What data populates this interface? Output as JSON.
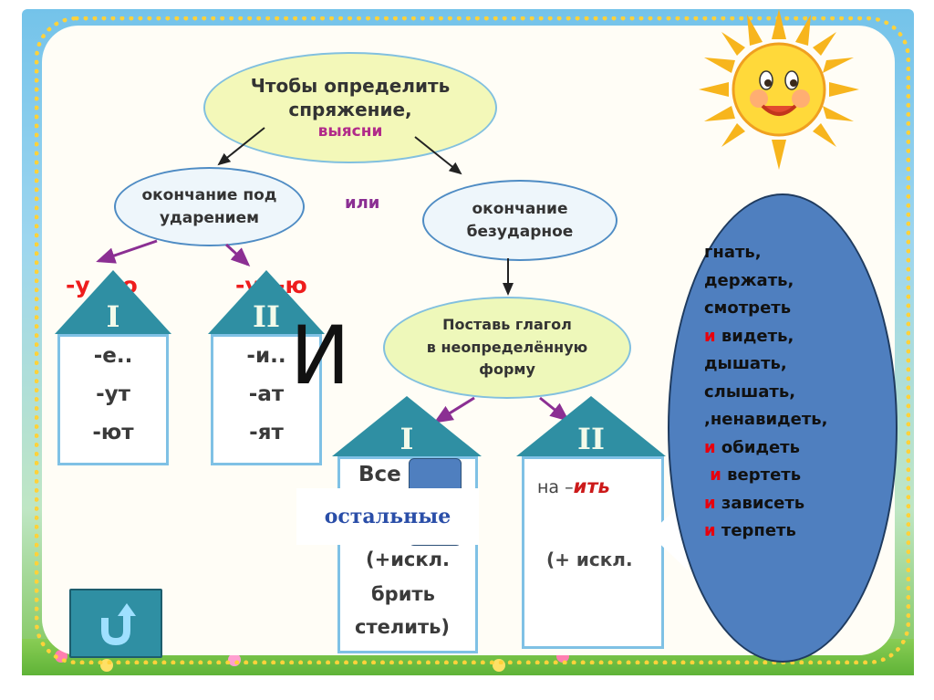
{
  "main_oval": {
    "line1": "Чтобы определить",
    "line2": "спряжение,",
    "line3": "выясни"
  },
  "left_oval": {
    "line1": "окончание под",
    "line2": "ударением"
  },
  "right_oval": {
    "line1": "окончание",
    "line2": "безударное"
  },
  "or_text": "или",
  "stressed_endings": {
    "left": "-у  -ю",
    "right": "-у  -ю"
  },
  "big_letter": "И",
  "house_1": {
    "roman": "I",
    "endings": [
      "-е..",
      "-ут",
      "-ют"
    ]
  },
  "house_2": {
    "roman": "II",
    "endings": [
      "-и..",
      "-ат",
      "-ят"
    ]
  },
  "infinitive_oval": {
    "line1": "Поставь глагол",
    "line2": "в неопределённую",
    "line3": "форму"
  },
  "house_3": {
    "roman": "I",
    "line1": "Все",
    "line2": "(+искл.",
    "line3": "брить",
    "line4": "стелить)"
  },
  "house_4": {
    "roman": "II",
    "line1_prefix": "на –",
    "line1_suffix": "ить",
    "line2": "(+ искл."
  },
  "overlay_label": "остальные",
  "exceptions": [
    {
      "prefix": "",
      "text": "гнать,"
    },
    {
      "prefix": "",
      "text": "держать,"
    },
    {
      "prefix": "",
      "text": "смотреть"
    },
    {
      "prefix": "и ",
      "text": "видеть,"
    },
    {
      "prefix": "",
      "text": "дышать,"
    },
    {
      "prefix": "",
      "text": "слышать,"
    },
    {
      "prefix": "",
      "text": ",ненавидеть,"
    },
    {
      "prefix": "и ",
      "text": "обидеть"
    },
    {
      "prefix": " и ",
      "text": "вертеть"
    },
    {
      "prefix": "и ",
      "text": "зависеть"
    },
    {
      "prefix": "и ",
      "text": "терпеть"
    }
  ],
  "icons": {
    "return": "u-turn-arrow-icon",
    "sun": "smiling-sun-icon"
  },
  "colors": {
    "accent_red": "#ee1d1d",
    "house_roof": "#2f8fa3",
    "verb_oval": "#4f7fbf",
    "oval_fill": "#f3f8b9"
  }
}
